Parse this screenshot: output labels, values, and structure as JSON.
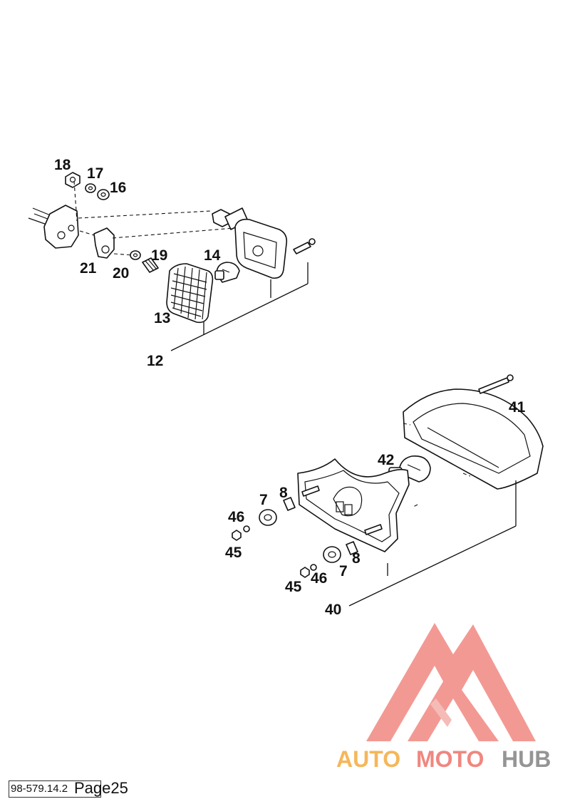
{
  "diagram": {
    "labels": {
      "p18": "18",
      "p17": "17",
      "p16": "16",
      "p21": "21",
      "p20": "20",
      "p19": "19",
      "p14": "14",
      "p13": "13",
      "p12": "12",
      "p41": "41",
      "p42": "42",
      "p7a": "7",
      "p8a": "8",
      "p46a": "46",
      "p45a": "45",
      "p8b": "8",
      "p7b": "7",
      "p45b": "45",
      "p46b": "46",
      "p40": "40"
    }
  },
  "watermark": {
    "text_part1": "AUTO",
    "text_part2": "MOTO",
    "text_part3": "HUB",
    "colors": {
      "orange": "#f5b04a",
      "red": "#ef7b73",
      "gray": "#8a8a8a",
      "logo": "#f28e88"
    }
  },
  "footer": {
    "doc_id": "98-579.14.2",
    "page_label": "Page25"
  }
}
